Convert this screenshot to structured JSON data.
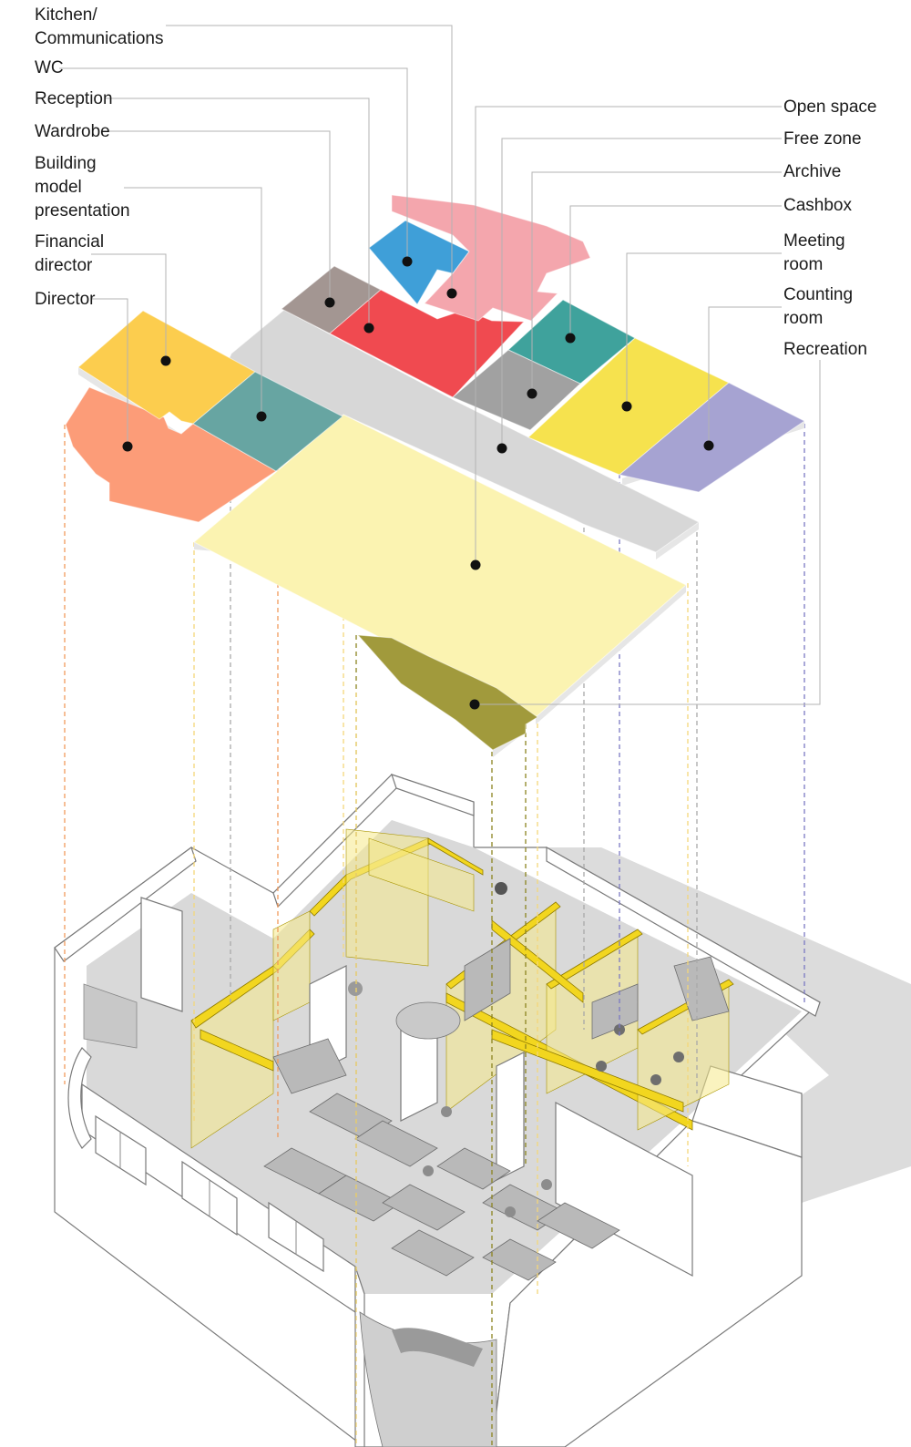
{
  "labels": {
    "left": [
      {
        "id": "kitchen",
        "lines": [
          "Kitchen/",
          "Communications"
        ]
      },
      {
        "id": "wc",
        "lines": [
          "WC"
        ]
      },
      {
        "id": "reception",
        "lines": [
          "Reception"
        ]
      },
      {
        "id": "wardrobe",
        "lines": [
          "Wardrobe"
        ]
      },
      {
        "id": "model",
        "lines": [
          "Building",
          "model",
          "presentation"
        ]
      },
      {
        "id": "financial",
        "lines": [
          "Financial",
          "director"
        ]
      },
      {
        "id": "director",
        "lines": [
          "Director"
        ]
      }
    ],
    "right": [
      {
        "id": "openspace",
        "lines": [
          "Open space"
        ]
      },
      {
        "id": "freezone",
        "lines": [
          "Free zone"
        ]
      },
      {
        "id": "archive",
        "lines": [
          "Archive"
        ]
      },
      {
        "id": "cashbox",
        "lines": [
          "Cashbox"
        ]
      },
      {
        "id": "meeting",
        "lines": [
          "Meeting",
          "room"
        ]
      },
      {
        "id": "counting",
        "lines": [
          "Counting",
          "room"
        ]
      },
      {
        "id": "recreation",
        "lines": [
          "Recreation"
        ]
      }
    ]
  },
  "zones": {
    "kitchen": {
      "color": "#f4a6ad"
    },
    "wc": {
      "color": "#3f9fd8"
    },
    "reception": {
      "color": "#f04a50"
    },
    "wardrobe": {
      "color": "#a39692"
    },
    "model": {
      "color": "#67a5a2"
    },
    "financial": {
      "color": "#fccd4e"
    },
    "director": {
      "color": "#fc9c78"
    },
    "openspace": {
      "color": "#fbf3b1"
    },
    "freezone": {
      "color": "#d7d7d7"
    },
    "archive": {
      "color": "#a1a1a1"
    },
    "cashbox": {
      "color": "#3fa29c"
    },
    "meeting": {
      "color": "#f6e24e"
    },
    "counting": {
      "color": "#a6a3d2"
    },
    "recreation": {
      "color": "#a19a3c"
    }
  },
  "projection_line_colors": {
    "orange": "#f19a5c",
    "yellow": "#f3d77a",
    "grey": "#a9a9a9",
    "olive": "#8c8420",
    "purple": "#7b78c2"
  },
  "building": {
    "wall_color": "#ffffff",
    "floor_color": "#d9d9d9",
    "accent_color": "#f2d61f"
  }
}
